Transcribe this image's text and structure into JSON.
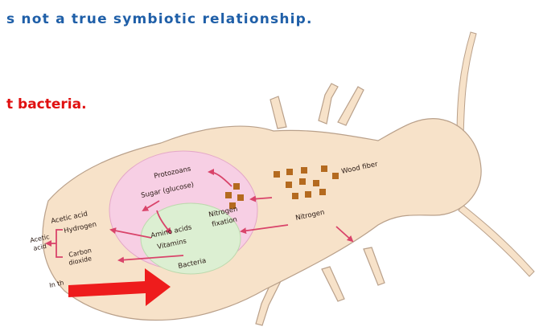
{
  "slide": {
    "text_line1": "s not a true symbiotic relationship.",
    "text_line2": "t bacteria."
  },
  "diagram": {
    "labels": {
      "protozoans": "Protozoans",
      "sugar": "Sugar (glucose)",
      "wood_fiber": "Wood fiber",
      "acetic_acid_1": "Acetic acid",
      "hydrogen": "Hydrogen",
      "acetic_acid_2_line1": "Acetic",
      "acetic_acid_2_line2": "acid",
      "carbon_dioxide_line1": "Carbon",
      "carbon_dioxide_line2": "dioxide",
      "amino_acids": "Amino acids",
      "vitamins": "Vitamins",
      "nitrogen_fixation_line1": "Nitrogen",
      "nitrogen_fixation_line2": "fixation",
      "nitrogen": "Nitrogen",
      "bacteria": "Bacteria",
      "in_the_partial": "In th"
    },
    "colors": {
      "body": "#f7e2c9",
      "body_outline": "#b9a08a",
      "protozoa_zone": "#f7cfe4",
      "bacteria_zone": "#dcefd2",
      "arrow": "#d9446a",
      "wood_fiber": "#b46a1f",
      "highlight_arrow": "#ee1c1c",
      "text_blue": "#1f5fa8",
      "text_red": "#e01010"
    }
  }
}
